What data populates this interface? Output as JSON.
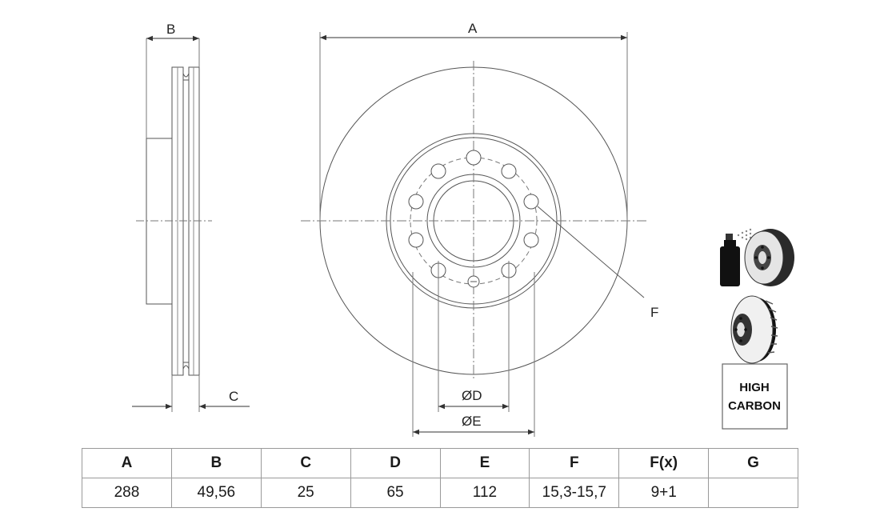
{
  "drawing": {
    "labels": {
      "A": "A",
      "B": "B",
      "C": "C",
      "F": "F",
      "D": "ØD",
      "E": "ØE"
    },
    "badge": {
      "line1": "HIGH",
      "line2": "CARBON"
    },
    "icons": [
      "coating-spray-icon",
      "ventilated-disc-icon",
      "high-carbon-badge"
    ]
  },
  "specs": {
    "headers": [
      "A",
      "B",
      "C",
      "D",
      "E",
      "F",
      "F(x)",
      "G"
    ],
    "values": [
      "288",
      "49,56",
      "25",
      "65",
      "112",
      "15,3-15,7",
      "9+1",
      ""
    ]
  }
}
